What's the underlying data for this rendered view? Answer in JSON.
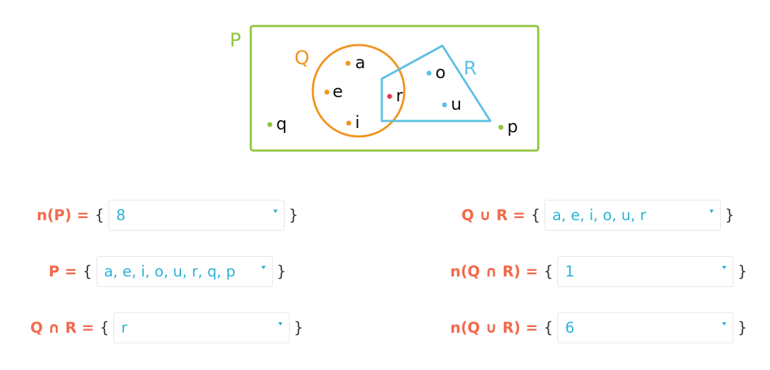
{
  "diagram": {
    "sets": {
      "P": {
        "label": "P",
        "color": "#8dc63f"
      },
      "Q": {
        "label": "Q",
        "color": "#f0941f"
      },
      "R": {
        "label": "R",
        "color": "#5bc0e3"
      }
    },
    "elements": [
      {
        "label": "a",
        "set": "Q",
        "color": "#f0941f"
      },
      {
        "label": "e",
        "set": "Q",
        "color": "#f0941f"
      },
      {
        "label": "i",
        "set": "Q",
        "color": "#f0941f"
      },
      {
        "label": "r",
        "set": "Q∩R",
        "color": "#e8384f"
      },
      {
        "label": "o",
        "set": "R",
        "color": "#5bc0e3"
      },
      {
        "label": "u",
        "set": "R",
        "color": "#5bc0e3"
      },
      {
        "label": "q",
        "set": "P",
        "color": "#8dc63f"
      },
      {
        "label": "p",
        "set": "P",
        "color": "#8dc63f"
      }
    ]
  },
  "questions": [
    {
      "label": "n(P) =",
      "open": "{",
      "close": "}",
      "selected": "8"
    },
    {
      "label": "P =",
      "open": "{",
      "close": "}",
      "selected": "a, e, i, o, u, r, q, p"
    },
    {
      "label": "Q ∩ R =",
      "open": "{",
      "close": "}",
      "selected": "r"
    },
    {
      "label": "Q ∪ R =",
      "open": "{",
      "close": "}",
      "selected": "a, e, i, o, u, r"
    },
    {
      "label": "n(Q ∩ R) =",
      "open": "{",
      "close": "}",
      "selected": "1"
    },
    {
      "label": "n(Q ∪ R) =",
      "open": "{",
      "close": "}",
      "selected": "6"
    }
  ],
  "colors": {
    "label": "#f26a4b",
    "value": "#2bb3d6",
    "border": "#e6e6e6"
  }
}
